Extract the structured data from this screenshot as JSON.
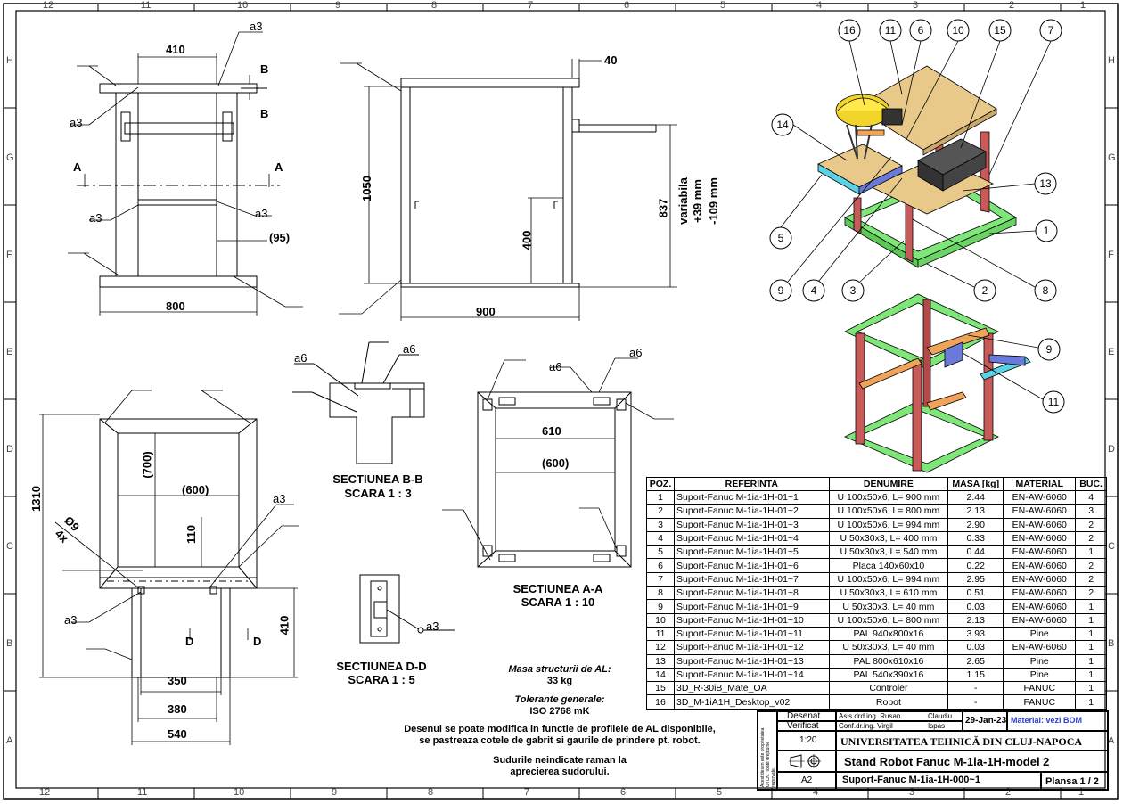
{
  "zones": {
    "columns": [
      "12",
      "11",
      "10",
      "9",
      "8",
      "7",
      "6",
      "5",
      "4",
      "3",
      "2",
      "1"
    ],
    "rows": [
      "H",
      "G",
      "F",
      "E",
      "D",
      "C",
      "B",
      "A"
    ]
  },
  "front_view": {
    "dims": {
      "width_top": "410",
      "width_bottom": "800",
      "inner_offset": "(95)"
    },
    "welds": {
      "a3": "a3"
    },
    "section_b": "B",
    "section_a": "A"
  },
  "side_view": {
    "dims": {
      "height": "1050",
      "width": "900",
      "inner_h": "400",
      "overhang": "40",
      "h837": "837",
      "variable_1": "variabila",
      "variable_2": "+39 mm",
      "variable_3": "-109 mm"
    }
  },
  "top_view": {
    "dims": {
      "overall": "1310",
      "inner_h": "(700)",
      "inner_w": "(600)",
      "d110": "110",
      "hole": "Ø9",
      "hole_count": "4x",
      "d410": "410",
      "d350": "350",
      "d380": "380",
      "d540": "540"
    },
    "welds": {
      "a3": "a3"
    }
  },
  "section_bb": {
    "title": "SECTIUNEA B-B",
    "scale": "SCARA 1 : 3",
    "weld": "a6"
  },
  "section_aa": {
    "title": "SECTIUNEA A-A",
    "scale": "SCARA 1 : 10",
    "weld": "a6",
    "d610": "610",
    "d600": "(600)"
  },
  "section_dd": {
    "title": "SECTIUNEA D-D",
    "scale": "SCARA 1 : 5",
    "weld": "a3",
    "label_d": "D"
  },
  "notes": {
    "mass_label": "Masa structurii de AL:",
    "mass_value": "33 kg",
    "tol_label": "Tolerante generale:",
    "tol_value": "ISO 2768 mK",
    "note1_a": "Desenul se poate modifica in functie de profilele de AL disponibile,",
    "note1_b": "se pastreaza cotele de gabrit si gaurile de prindere pt. robot.",
    "note2_a": "Sudurile neindicate raman la",
    "note2_b": "aprecierea sudorului."
  },
  "balloons_iso": [
    "16",
    "11",
    "6",
    "10",
    "15",
    "7",
    "14",
    "13",
    "1",
    "5",
    "2",
    "8",
    "9",
    "4",
    "3"
  ],
  "balloons_sub": [
    "9",
    "11"
  ],
  "bom": {
    "headers": [
      "POZ.",
      "REFERINTA",
      "DENUMIRE",
      "MASA [kg]",
      "MATERIAL",
      "BUC."
    ],
    "rows": [
      [
        "1",
        "Suport-Fanuc M-1ia-1H-01~1",
        "U 100x50x6, L= 900 mm",
        "2.44",
        "EN-AW-6060",
        "4"
      ],
      [
        "2",
        "Suport-Fanuc M-1ia-1H-01~2",
        "U 100x50x6, L= 800 mm",
        "2.13",
        "EN-AW-6060",
        "3"
      ],
      [
        "3",
        "Suport-Fanuc M-1ia-1H-01~3",
        "U 100x50x6, L= 994 mm",
        "2.90",
        "EN-AW-6060",
        "2"
      ],
      [
        "4",
        "Suport-Fanuc M-1ia-1H-01~4",
        "U 50x30x3,  L= 400 mm",
        "0.33",
        "EN-AW-6060",
        "2"
      ],
      [
        "5",
        "Suport-Fanuc M-1ia-1H-01~5",
        "U 50x30x3,  L= 540 mm",
        "0.44",
        "EN-AW-6060",
        "1"
      ],
      [
        "6",
        "Suport-Fanuc M-1ia-1H-01~6",
        "Placa 140x60x10",
        "0.22",
        "EN-AW-6060",
        "2"
      ],
      [
        "7",
        "Suport-Fanuc M-1ia-1H-01~7",
        "U 100x50x6, L= 994 mm",
        "2.95",
        "EN-AW-6060",
        "2"
      ],
      [
        "8",
        "Suport-Fanuc M-1ia-1H-01~8",
        "U 50x30x3,  L= 610 mm",
        "0.51",
        "EN-AW-6060",
        "2"
      ],
      [
        "9",
        "Suport-Fanuc M-1ia-1H-01~9",
        "U 50x30x3,  L= 40 mm",
        "0.03",
        "EN-AW-6060",
        "1"
      ],
      [
        "10",
        "Suport-Fanuc M-1ia-1H-01~10",
        "U 100x50x6, L= 800 mm",
        "2.13",
        "EN-AW-6060",
        "1"
      ],
      [
        "11",
        "Suport-Fanuc M-1ia-1H-01~11",
        "PAL 940x800x16",
        "3.93",
        "Pine",
        "1"
      ],
      [
        "12",
        "Suport-Fanuc M-1ia-1H-01~12",
        "U 50x30x3,  L= 40 mm",
        "0.03",
        "EN-AW-6060",
        "1"
      ],
      [
        "13",
        "Suport-Fanuc M-1ia-1H-01~13",
        "PAL 800x610x16",
        "2.65",
        "Pine",
        "1"
      ],
      [
        "14",
        "Suport-Fanuc M-1ia-1H-01~14",
        "PAL 540x390x16",
        "1.15",
        "Pine",
        "1"
      ],
      [
        "15",
        "3D_R-30iB_Mate_OA",
        "Controler",
        "-",
        "FANUC",
        "1"
      ],
      [
        "16",
        "3D_M-1iA1H_Desktop_v02",
        "Robot",
        "-",
        "FANUC",
        "1"
      ]
    ]
  },
  "title_block": {
    "desenat": "Desenat",
    "verificat": "Verificat",
    "author1": "Asis.drd.ing. Rusan",
    "author1b": "Claudiu",
    "author2": "Conf.dr.ing. Virgil",
    "author2b": "Ispas",
    "date": "29-Jan-23",
    "material_label": "Material: vezi BOM",
    "scale": "1:20",
    "university": "UNIVERSITATEA TEHNICĂ DIN CLUJ-NAPOCA",
    "title": "Stand Robot Fanuc M-1ia-1H-model 2",
    "format": "A2",
    "drawing_no": "Suport-Fanuc M-1ia-1H-000~1",
    "sheet": "Plansa  1 / 2",
    "side_note": "Acest desen este proprietatea UTCN. Toate drepturile rezervate."
  },
  "colors": {
    "green": "#7fe77a",
    "red": "#c95a5a",
    "orange": "#f0a45a",
    "wood": "#e8c98a",
    "blue": "#6b79d8",
    "cyan": "#5bd3e6",
    "robot": "#f2d52a"
  }
}
